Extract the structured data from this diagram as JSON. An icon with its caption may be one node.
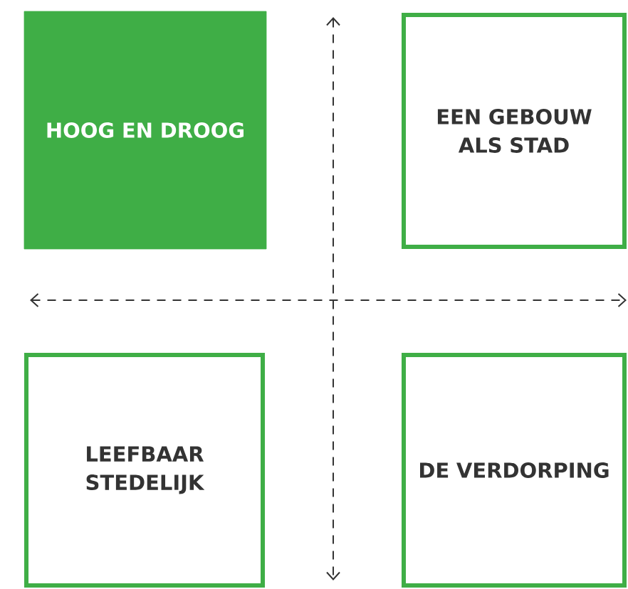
{
  "diagram": {
    "nodes": [
      {
        "text": [
          "HOOG EN DROOG"
        ]
      },
      {
        "text": [
          "EEN GEBOUW ALS STAD"
        ]
      },
      {
        "text": [
          "LEEFBAAR STEDELIJK"
        ]
      },
      {
        "text": [
          "DE VERDORPING"
        ]
      }
    ]
  }
}
